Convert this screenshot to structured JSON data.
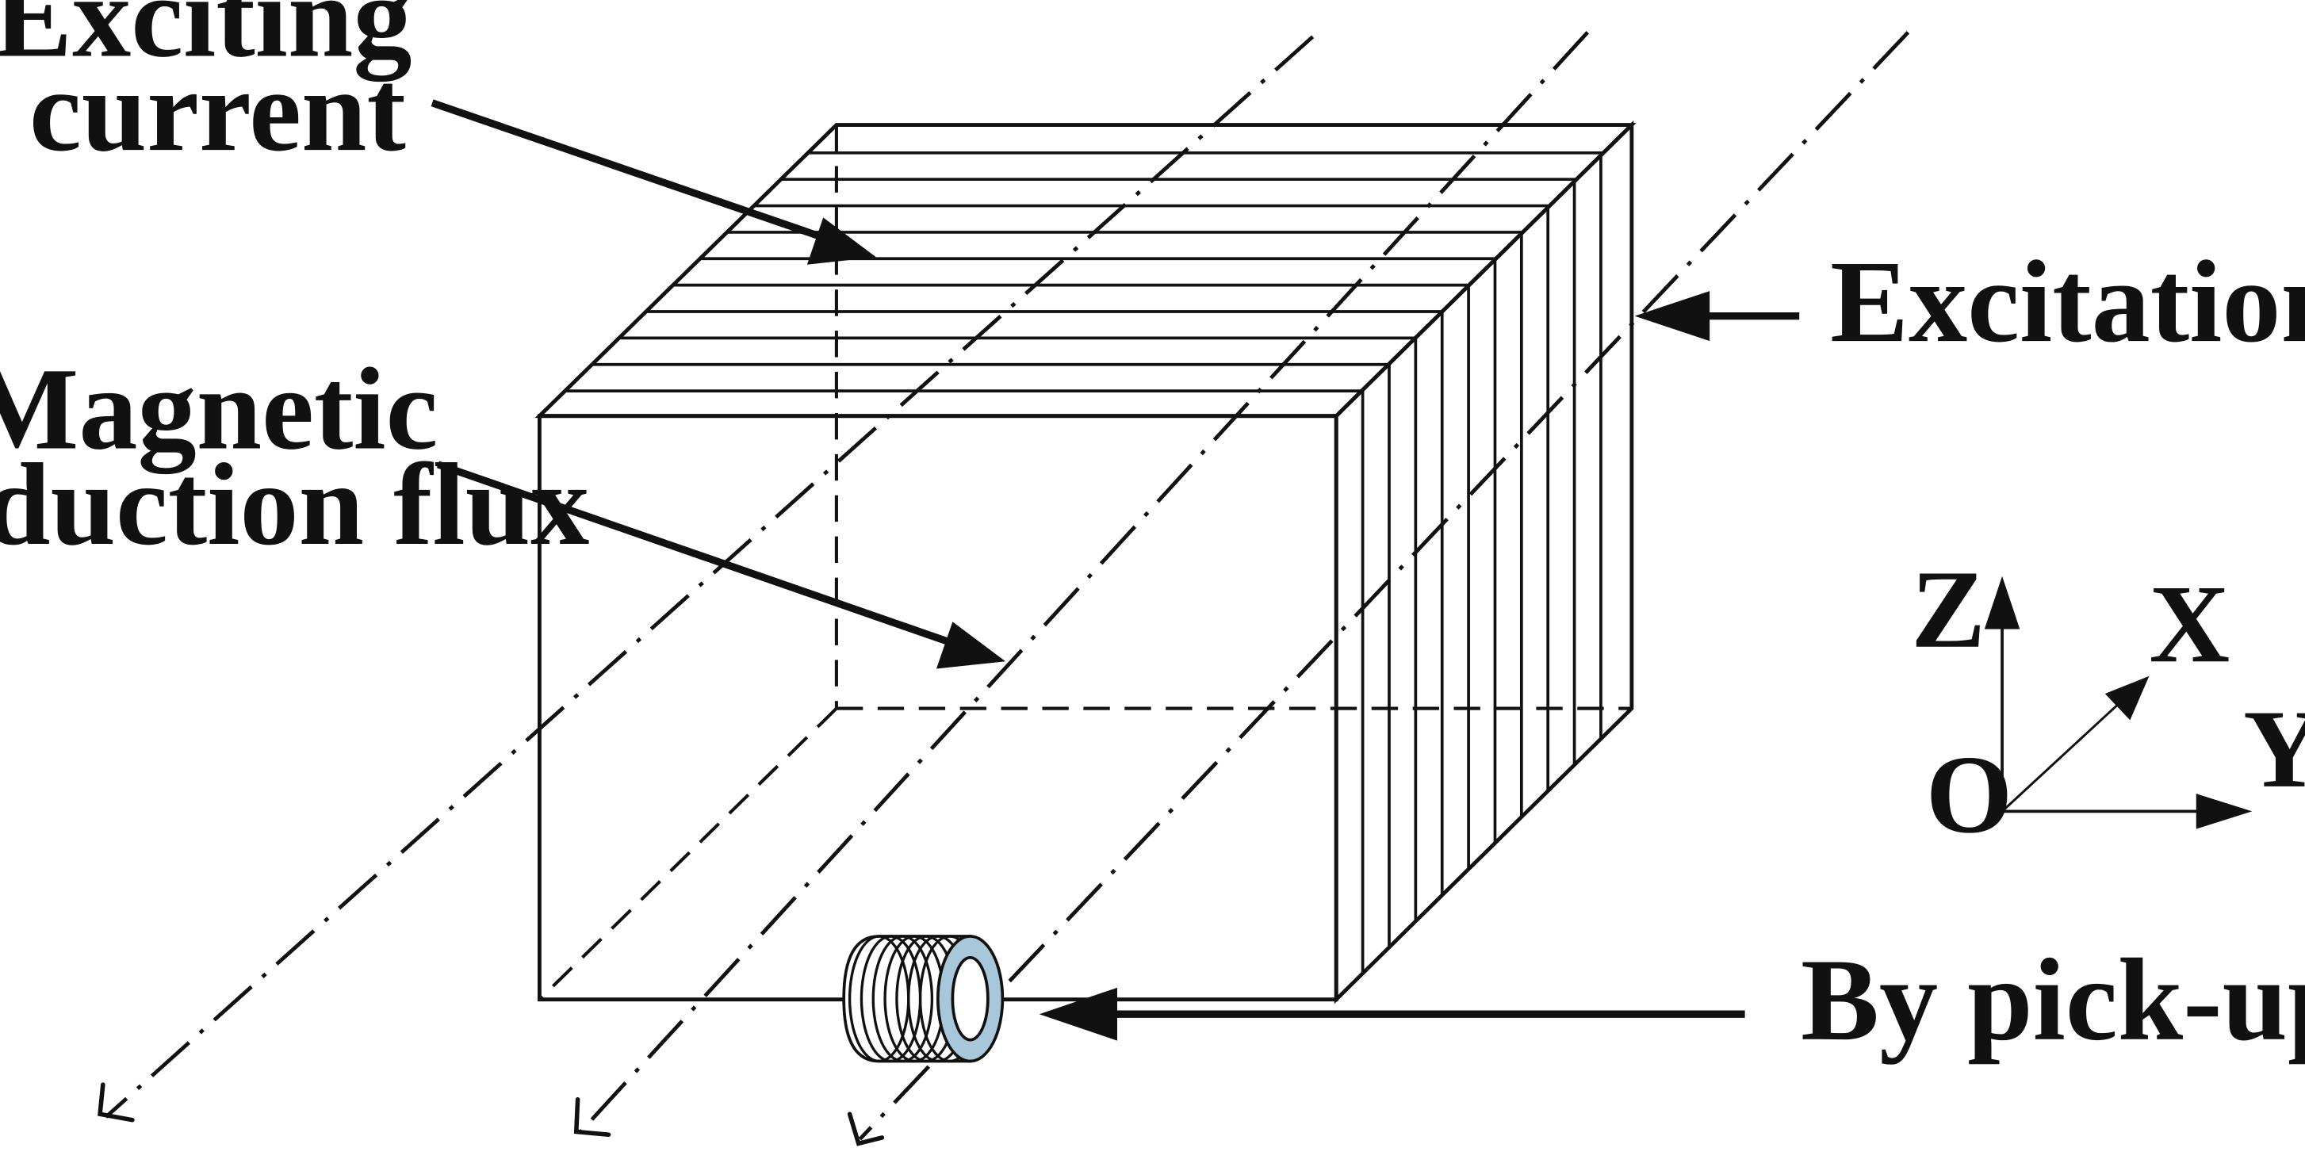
{
  "labels": {
    "exciting_current": [
      "Exciting",
      "current"
    ],
    "magnetic_induction_flux": [
      "Magnetic",
      "induction flux"
    ],
    "excitation_coil": "Excitation coil",
    "pickup_coil": "By pick-up coil"
  },
  "axes": {
    "z": "Z",
    "x": "X",
    "y": "Y",
    "origin": "O"
  },
  "colors": {
    "line": "#111111",
    "coil_ring": "#a9c7da",
    "background": "#ffffff"
  }
}
